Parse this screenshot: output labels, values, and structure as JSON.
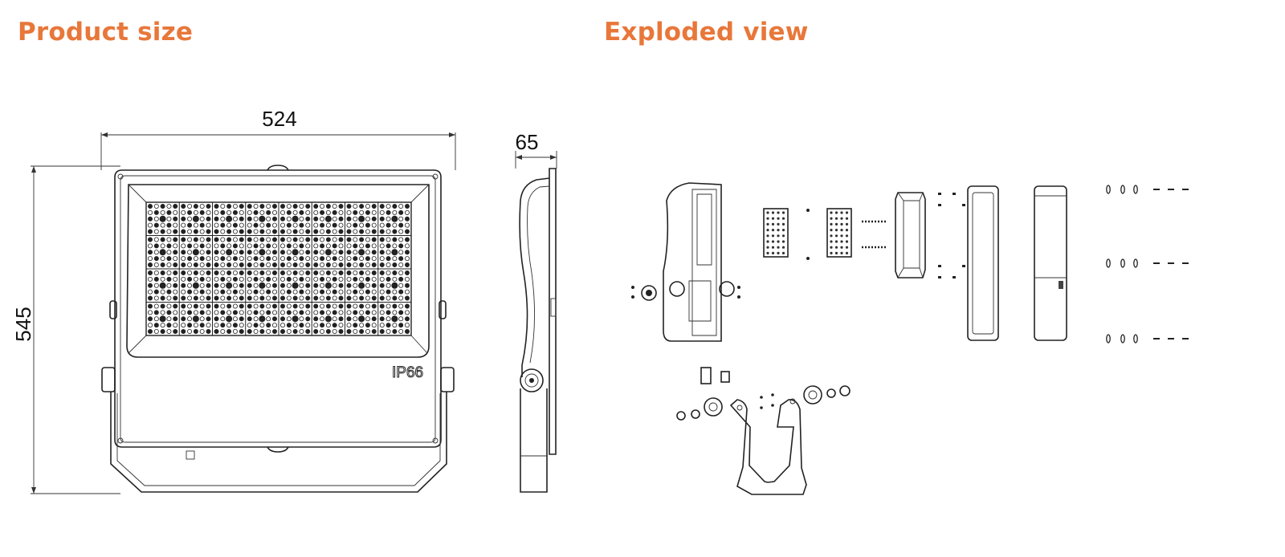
{
  "headings": {
    "product_size": "Product size",
    "exploded_view": "Exploded view"
  },
  "dimensions": {
    "width": "524",
    "height": "545",
    "depth": "65"
  },
  "labels": {
    "ip_rating": "IP66"
  },
  "colors": {
    "heading": "#e8773a",
    "line": "#222222"
  }
}
